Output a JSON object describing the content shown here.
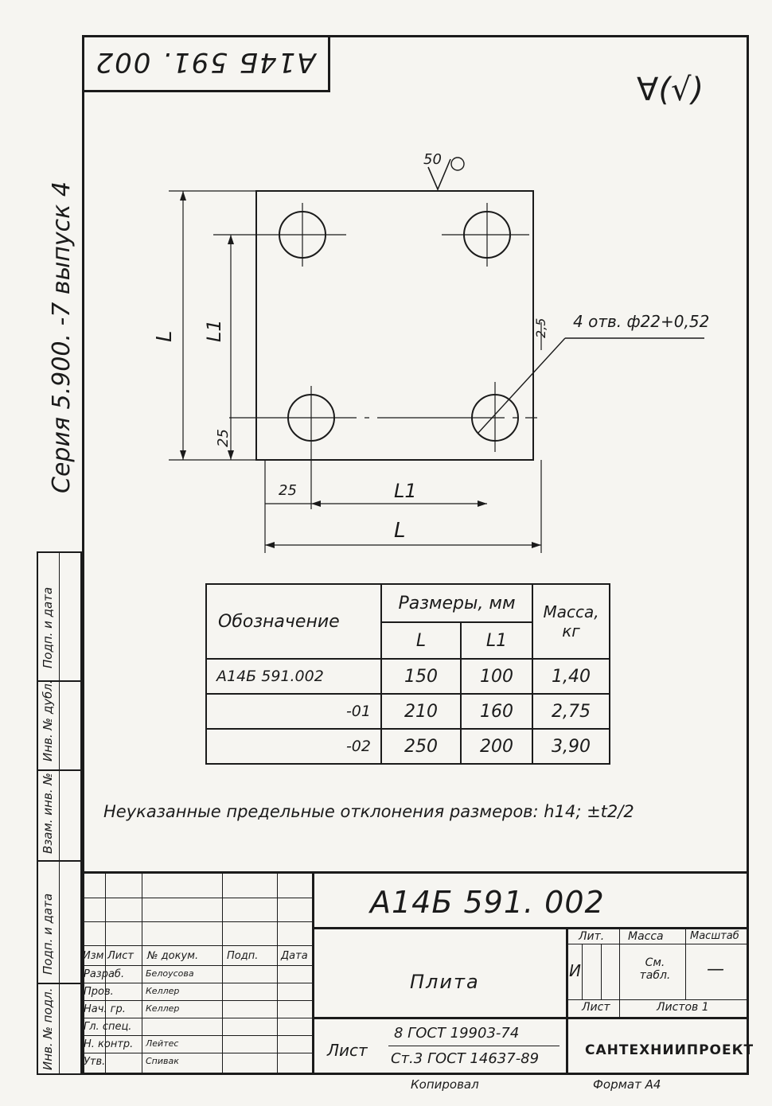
{
  "document": {
    "designation_top": "A14Б 591. 002",
    "roughness_mark": "∀(√)",
    "series_label": "Серия 5.900. -7  выпуск 4",
    "side_labels": [
      "Подп. и дата",
      "Инв. № дубл.",
      "Взам. инв. №",
      "Подп. и дата",
      "Инв. № подл."
    ]
  },
  "drawing": {
    "roughness_value": "50",
    "dim_L_left": "L",
    "dim_L1_left": "L1",
    "dim_25_left": "25",
    "dim_25_bottom": "25",
    "dim_L1_bottom": "L1",
    "dim_L_bottom": "L",
    "dim_2_5": "2,5",
    "holes_note": "4 отв. ф22+0,52"
  },
  "table": {
    "headers": {
      "designation": "Обозначение",
      "dimensions": "Размеры, мм",
      "mass": "Масса, кг",
      "L": "L",
      "L1": "L1"
    },
    "rows": [
      {
        "designation": "A14Б 591.002",
        "L": "150",
        "L1": "100",
        "mass": "1,40"
      },
      {
        "designation": "-01",
        "L": "210",
        "L1": "160",
        "mass": "2,75"
      },
      {
        "designation": "-02",
        "L": "250",
        "L1": "200",
        "mass": "3,90"
      }
    ]
  },
  "note": "Неуказанные предельные отклонения размеров: h14; ±t2/2",
  "title_block": {
    "designation": "A14Б 591. 002",
    "name": "Плита",
    "material_top": "8 ГОСТ 19903-74",
    "material_prefix": "Лист",
    "material_bottom": "Ст.3 ГОСТ 14637-89",
    "lit_header": "Лит.",
    "mass_header": "Масса",
    "scale_header": "Масштаб",
    "lit_value": "И",
    "mass_value": "См. табл.",
    "scale_value": "—",
    "sheet_label": "Лист",
    "sheets_label": "Листов 1",
    "organization": "САНТЕХНИИПРОЕКТ",
    "col_headers": [
      "Изм",
      "Лист",
      "№ докум.",
      "Подп.",
      "Дата"
    ],
    "roles": [
      {
        "role": "Разраб.",
        "name": "Белоусова"
      },
      {
        "role": "Пров.",
        "name": "Келлер"
      },
      {
        "role": "Нач. гр.",
        "name": "Келлер"
      },
      {
        "role": "Гл. спец.",
        "name": ""
      },
      {
        "role": "Н. контр.",
        "name": "Лейтес"
      },
      {
        "role": "Утв.",
        "name": "Спивак"
      }
    ],
    "copied": "Копировал",
    "format": "Формат А4"
  }
}
